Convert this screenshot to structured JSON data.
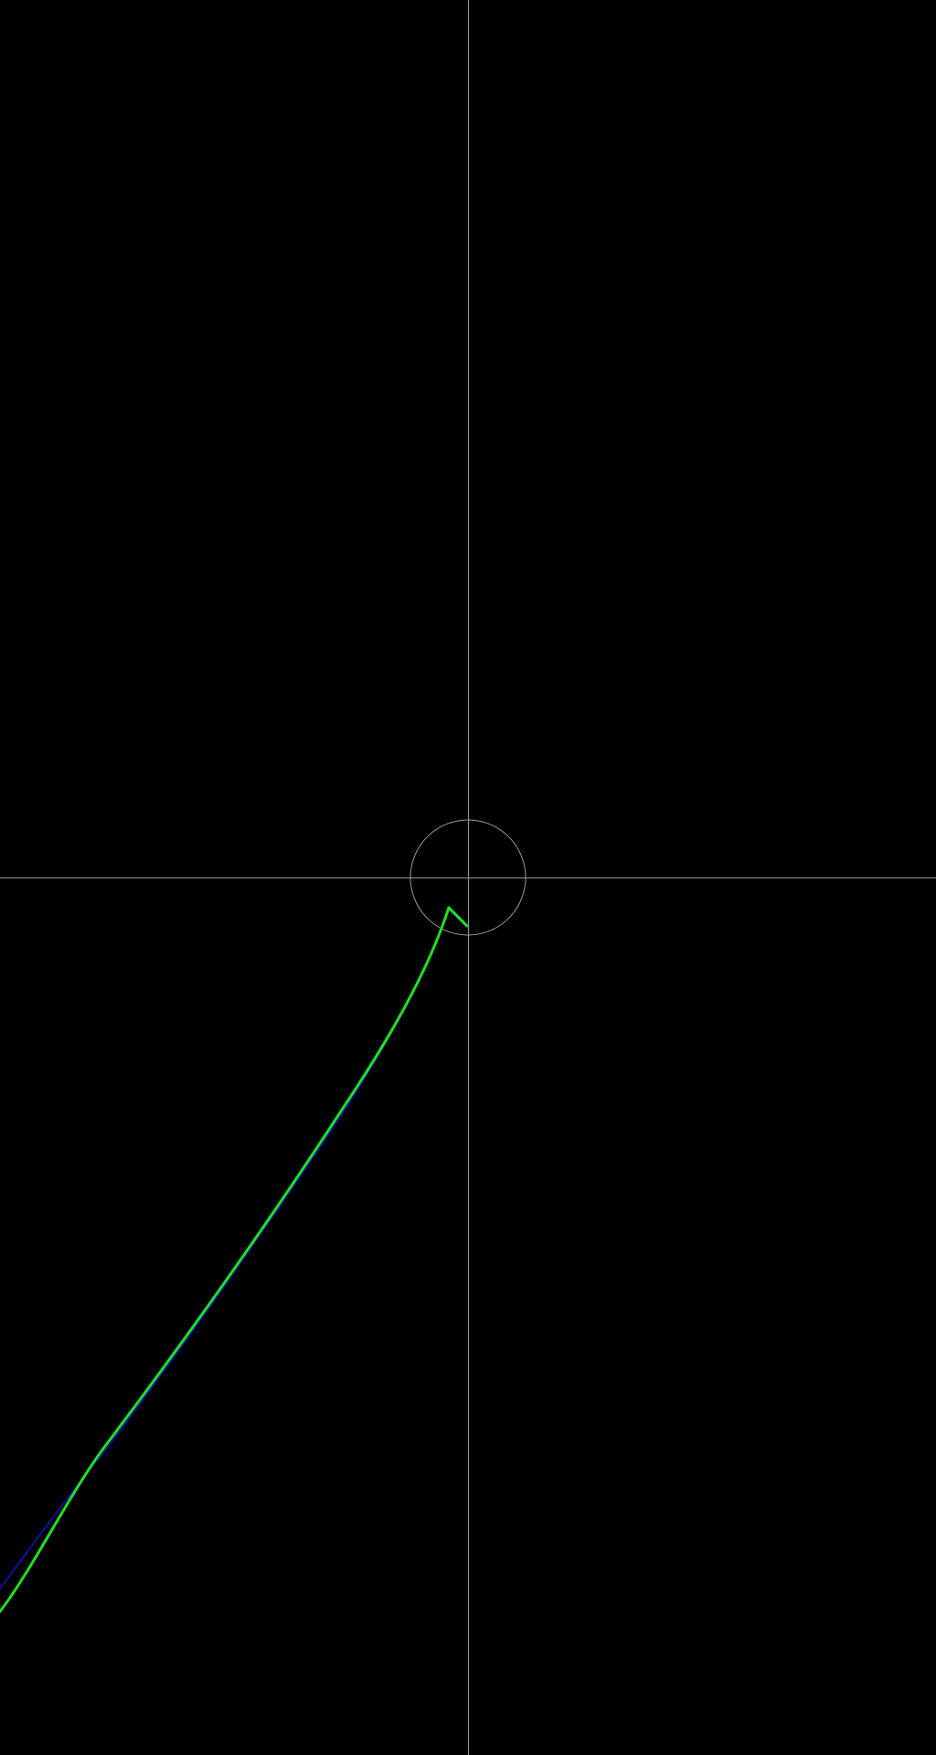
{
  "view": {
    "background_color": "#000000",
    "axis_color": "#9a9a9a",
    "circle_color": "#9a9a9a",
    "has_crosshair": true,
    "has_reference_circle": true
  },
  "paths": [
    {
      "kind": "trajectory",
      "color": "#1010a0",
      "visible_segment": "underlay"
    },
    {
      "kind": "trajectory",
      "color": "#22e022",
      "visible_segment": "overlay"
    }
  ]
}
